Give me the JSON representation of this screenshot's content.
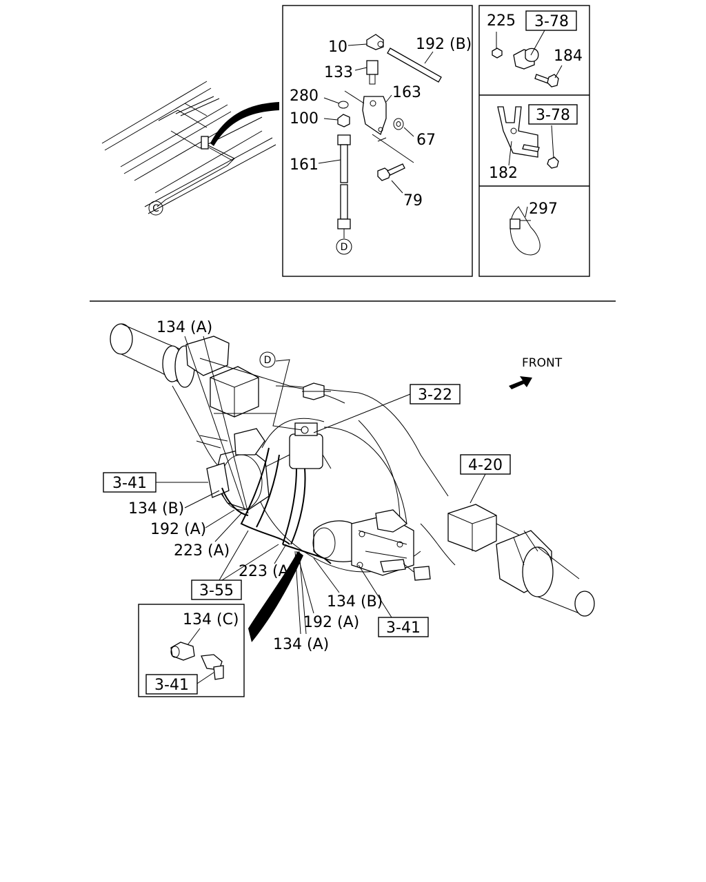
{
  "top_detail": {
    "labels": {
      "p10": "10",
      "p192b": "192 (B)",
      "p133": "133",
      "p280": "280",
      "p163": "163",
      "p100": "100",
      "p67": "67",
      "p161": "161",
      "p79": "79",
      "circle_d": "D"
    }
  },
  "overview": {
    "circle_c": "C"
  },
  "side_panels": {
    "panel1": {
      "p225": "225",
      "ref": "3-78",
      "p184": "184"
    },
    "panel2": {
      "ref": "3-78",
      "p182": "182"
    },
    "panel3": {
      "p297": "297"
    }
  },
  "main": {
    "front": "FRONT",
    "circle_d": "D",
    "labels": {
      "l134a_top": "134 (A)",
      "ref_3_22": "3-22",
      "ref_4_20": "4-20",
      "ref_3_41_left": "3-41",
      "l134b_left": "134 (B)",
      "l192a_left": "192 (A)",
      "l223a_left": "223 (A)",
      "l223a_mid": "223 (A)",
      "ref_3_55": "3-55",
      "l134b_right": "134 (B)",
      "l192a_right": "192 (A)",
      "ref_3_41_right": "3-41",
      "l134a_bottom": "134 (A)"
    },
    "inset": {
      "l134c": "134 (C)",
      "ref_3_41": "3-41"
    }
  }
}
